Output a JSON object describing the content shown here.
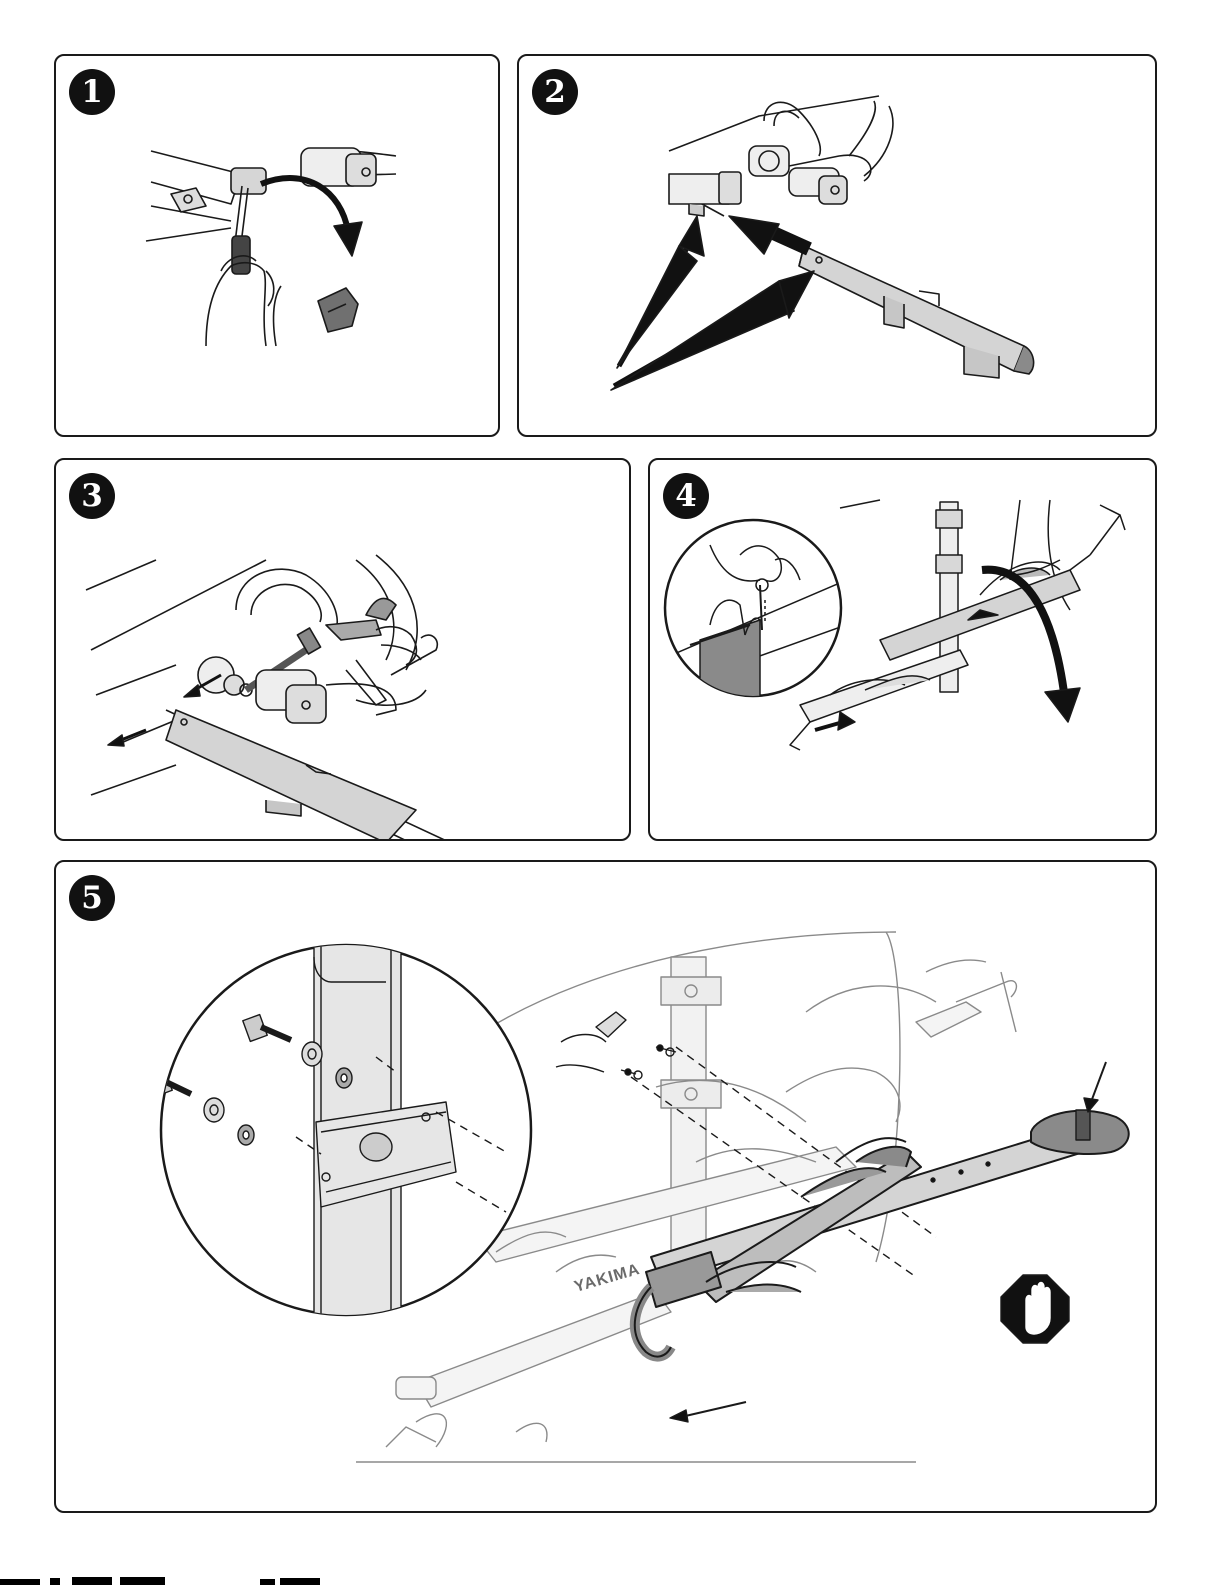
{
  "steps": [
    {
      "number": "1",
      "icon": "remove-end-cap-illustration"
    },
    {
      "number": "2",
      "icon": "insert-tray-illustration"
    },
    {
      "number": "3",
      "icon": "bolt-tray-illustration"
    },
    {
      "number": "4",
      "icon": "pin-and-fold-illustration"
    },
    {
      "number": "5",
      "icon": "attach-second-tray-illustration"
    }
  ],
  "brand_mark": "YAKIMA",
  "warning_icon": "stop-hand-icon",
  "colors": {
    "line": "#1a1a1a",
    "tray": "#d4d4d4",
    "tray_dark": "#9e9e9e",
    "cap": "#6e6e6e"
  }
}
